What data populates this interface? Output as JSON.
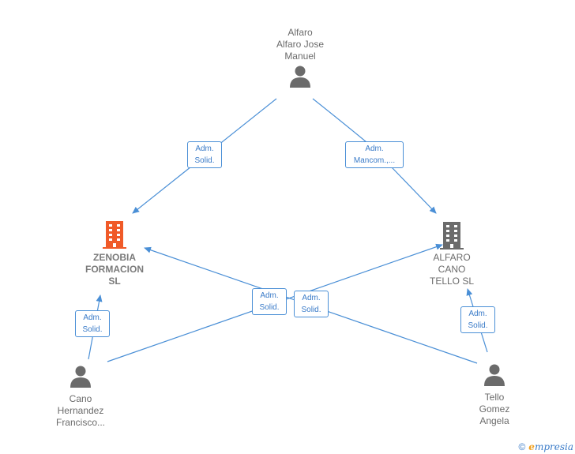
{
  "nodes": {
    "alfaro": {
      "label": "Alfaro\nAlfaro Jose\nManuel",
      "kind": "person"
    },
    "zenobia": {
      "label": "ZENOBIA\nFORMACION\nSL",
      "kind": "company",
      "color": "#f05a28"
    },
    "alfaro_cano": {
      "label": "ALFARO\nCANO\nTELLO SL",
      "kind": "company",
      "color": "#6b6b6b"
    },
    "cano": {
      "label": "Cano\nHernandez\nFrancisco...",
      "kind": "person"
    },
    "tello": {
      "label": "Tello\nGomez\nAngela",
      "kind": "person"
    }
  },
  "edges": {
    "e1": {
      "label": "Adm.\nSolid."
    },
    "e2": {
      "label": "Adm.\nMancom.,..."
    },
    "e3": {
      "label": "Adm.\nSolid."
    },
    "e4": {
      "label": "Adm.\nSolid."
    },
    "e5": {
      "label": "Adm.\nSolid."
    },
    "e6": {
      "label": "Adm.\nSolid."
    }
  },
  "colors": {
    "edge": "#4a8fd6",
    "person": "#6b6b6b"
  },
  "footer": {
    "copyright": "©",
    "brand_e": "e",
    "brand_rest": "mpresia"
  }
}
